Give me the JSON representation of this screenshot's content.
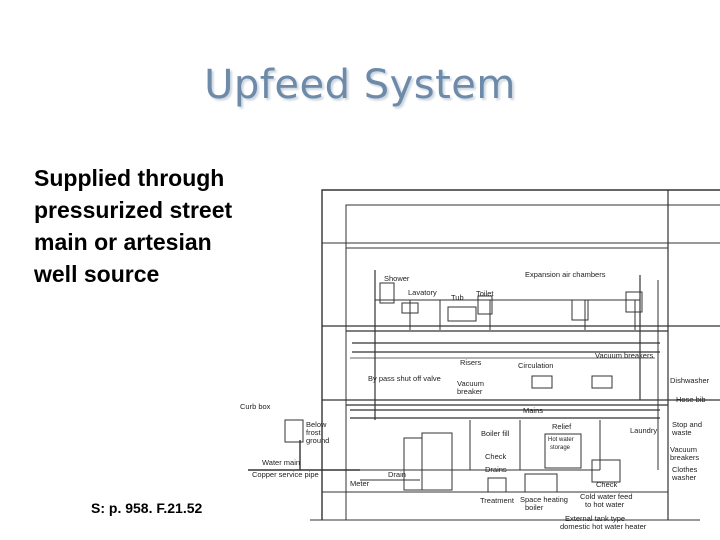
{
  "slide": {
    "title": "Upfeed System",
    "body_lines": [
      "Supplied through",
      "pressurized street",
      "main or artesian",
      "well source"
    ],
    "source": "S: p. 958. F.21.52"
  },
  "diagram_labels": {
    "shower": "Shower",
    "lavatory": "Lavatory",
    "tub": "Tub",
    "toilet": "Toilet",
    "expansion": "Expansion air chambers",
    "risers": "Risers",
    "circulation": "Circulation",
    "vacuum_breakers_top": "Vacuum breakers",
    "bypass": "By pass shut off valve",
    "vacuum_breaker_line1": "Vacuum",
    "vacuum_breaker_line2": "breaker",
    "dishwasher": "Dishwasher",
    "hose_bib": "Hose bib",
    "mains": "Mains",
    "curb_box": "Curb box",
    "below_frost_1": "Below",
    "below_frost_2": "frost",
    "below_frost_3": "ground",
    "boiler_fill": "Boiler fill",
    "relief": "Relief",
    "hot_water_1": "Hot water",
    "hot_water_2": "storage",
    "laundry": "Laundry",
    "stop_waste_1": "Stop and",
    "stop_waste_2": "waste",
    "vacuum_breakers_low_1": "Vacuum",
    "vacuum_breakers_low_2": "breakers",
    "water_main": "Water main",
    "copper_pipe": "Copper service pipe",
    "check_mid": "Check",
    "drains_mid": "Drains",
    "drain": "Drain",
    "check_low": "Check",
    "clothes_washer_1": "Clothes",
    "clothes_washer_2": "washer",
    "meter": "Meter",
    "treatment": "Treatment",
    "space_heating_1": "Space heating",
    "space_heating_2": "boiler",
    "cold_feed_1": "Cold water feed",
    "cold_feed_2": "to hot water",
    "ext_tank_1": "External tank type",
    "ext_tank_2": "domestic hot water heater"
  }
}
